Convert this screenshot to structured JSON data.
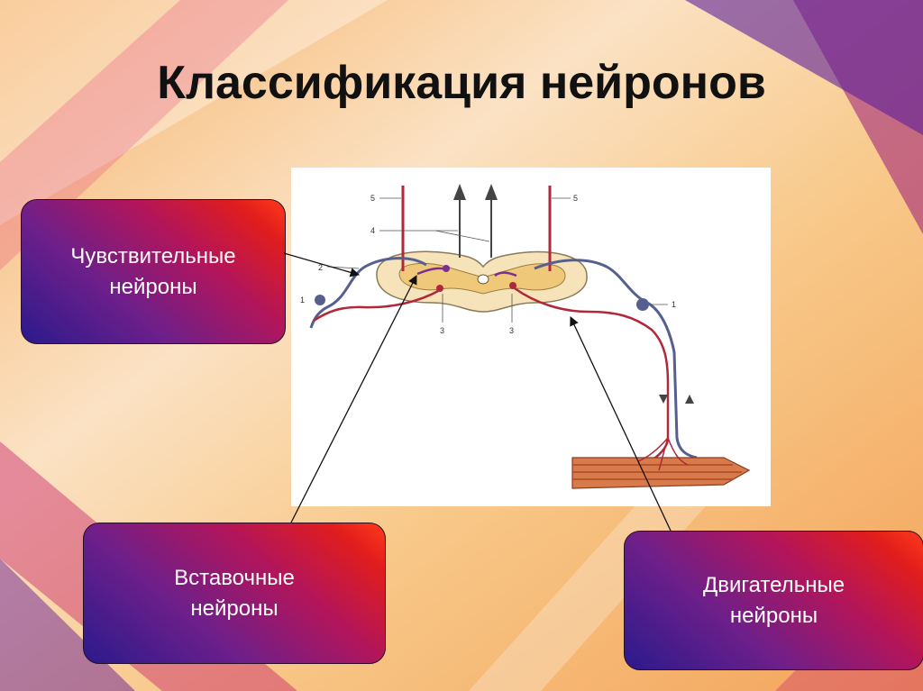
{
  "slide": {
    "title": "Классификация нейронов"
  },
  "callouts": {
    "sensory": {
      "line1": "Чувствительные",
      "line2": "нейроны"
    },
    "interneuron": {
      "line1": "Вставочные",
      "line2": "нейроны"
    },
    "motor": {
      "line1": "Двигательные",
      "line2": "нейроны"
    }
  },
  "figure_labels": {
    "l5a": "5",
    "l5b": "5",
    "l4": "4",
    "l2": "2",
    "l1a": "1",
    "l1b": "1",
    "l3a": "3",
    "l3b": "3"
  },
  "colors": {
    "nerve_red": "#b0283a",
    "nerve_blue": "#55608f",
    "gray_matter": "#f3d9a0",
    "muscle": "#c8643c",
    "callout_start": "#2b1a8c",
    "callout_end": "#ff3a1a"
  }
}
